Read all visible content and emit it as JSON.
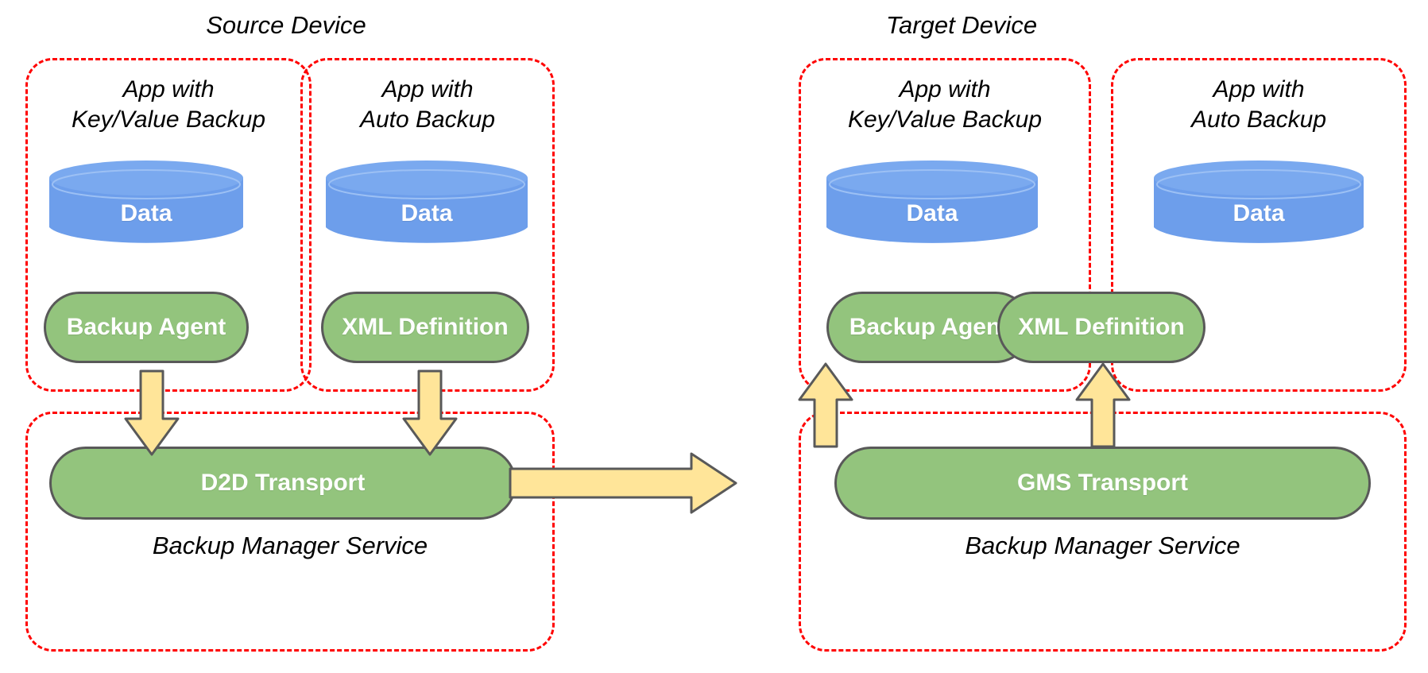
{
  "diagram": {
    "title_source": "Source Device",
    "title_target": "Target Device",
    "colors": {
      "boundary_dashed": "#ff0000",
      "data_cylinder": "#6d9eeb",
      "component_green": "#93c47d",
      "component_stroke": "#595959",
      "arrow_fill": "#ffe599",
      "arrow_stroke": "#595959",
      "text_on_shape": "#ffffff",
      "text_label": "#000000",
      "background": "#ffffff"
    }
  },
  "source_device": {
    "label": "Source Device",
    "apps": [
      {
        "label": "App with\nKey/Value Backup",
        "data_label": "Data",
        "component_label": "Backup Agent"
      },
      {
        "label": "App with\nAuto Backup",
        "data_label": "Data",
        "component_label": "XML Definition"
      }
    ],
    "service": {
      "label": "Backup Manager Service",
      "transport_label": "D2D Transport"
    }
  },
  "target_device": {
    "label": "Target Device",
    "apps": [
      {
        "label": "App with\nKey/Value Backup",
        "data_label": "Data",
        "component_label": "Backup Agent"
      },
      {
        "label": "App with\nAuto Backup",
        "data_label": "Data",
        "component_label": "XML Definition"
      }
    ],
    "service": {
      "label": "Backup Manager Service",
      "transport_label": "GMS Transport"
    }
  },
  "flows": [
    {
      "name": "source-kv-agent-to-d2d",
      "direction": "down"
    },
    {
      "name": "source-xml-to-d2d",
      "direction": "down"
    },
    {
      "name": "d2d-to-gms",
      "direction": "right"
    },
    {
      "name": "gms-to-target-kv-agent",
      "direction": "up"
    },
    {
      "name": "gms-to-target-xml",
      "direction": "up"
    }
  ]
}
